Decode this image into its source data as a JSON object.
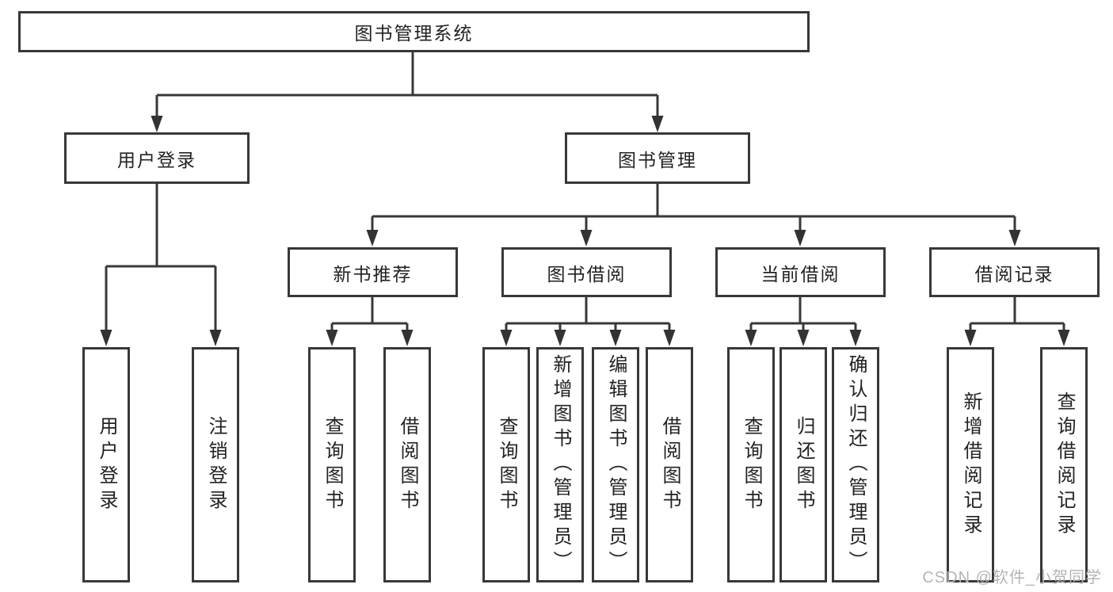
{
  "tree": {
    "label": "图书管理系统",
    "children": [
      {
        "label": "用户登录",
        "children": [
          {
            "label": "用户登录"
          },
          {
            "label": "注销登录"
          }
        ]
      },
      {
        "label": "图书管理",
        "children": [
          {
            "label": "新书推荐",
            "children": [
              {
                "label": "查询图书"
              },
              {
                "label": "借阅图书"
              }
            ]
          },
          {
            "label": "图书借阅",
            "children": [
              {
                "label": "查询图书"
              },
              {
                "label": "新增图书（管理员）"
              },
              {
                "label": "编辑图书（管理员）"
              },
              {
                "label": "借阅图书"
              }
            ]
          },
          {
            "label": "当前借阅",
            "children": [
              {
                "label": "查询图书"
              },
              {
                "label": "归还图书"
              },
              {
                "label": "确认归还（管理员）"
              }
            ]
          },
          {
            "label": "借阅记录",
            "children": [
              {
                "label": "新增借阅记录"
              },
              {
                "label": "查询借阅记录"
              }
            ]
          }
        ]
      }
    ]
  },
  "watermark": {
    "text": "CSDN @软件_小贺同学"
  },
  "colors": {
    "line": "#383838",
    "text": "#222222",
    "watermark": "#b4b4b4",
    "background": "#ffffff"
  }
}
